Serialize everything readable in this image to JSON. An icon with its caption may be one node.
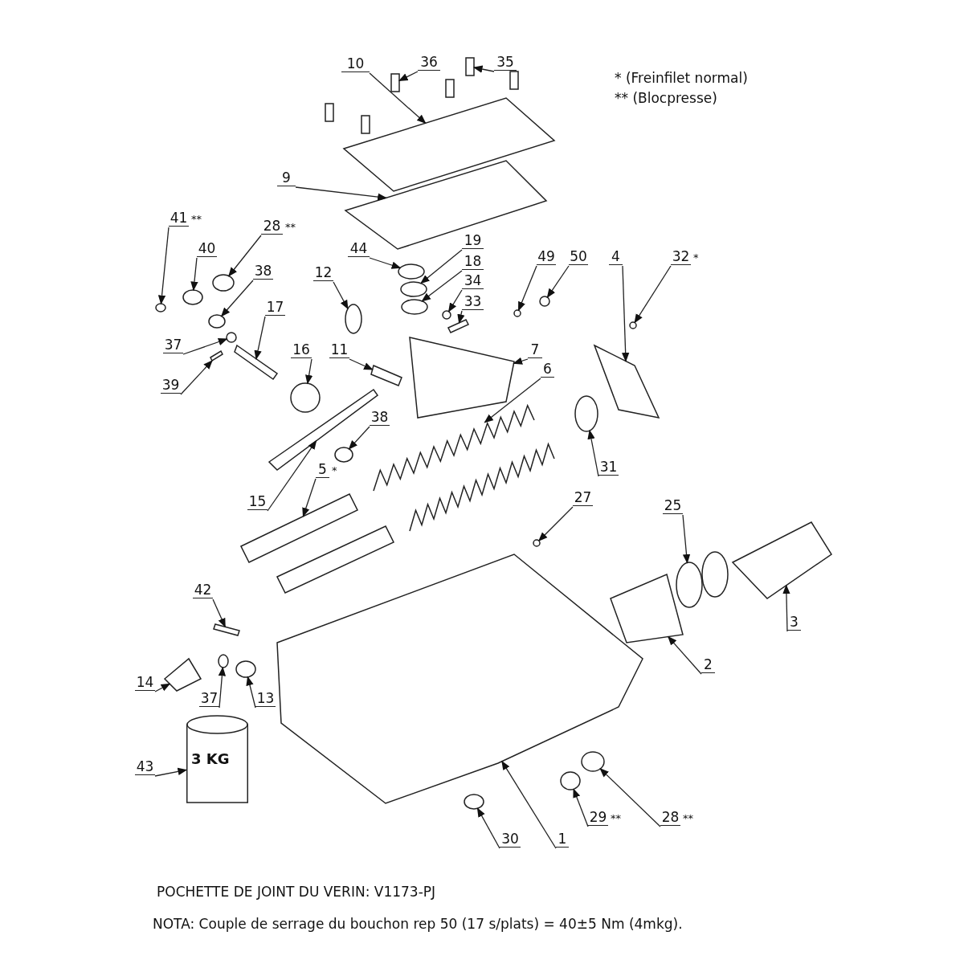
{
  "diagram": {
    "nodes": [
      {
        "text": [
          "10"
        ]
      },
      {
        "text": [
          "36"
        ]
      },
      {
        "text": [
          "35"
        ]
      },
      {
        "text": [
          "9"
        ]
      },
      {
        "text": [
          "41"
        ],
        "beside": [
          "**"
        ]
      },
      {
        "text": [
          "28"
        ],
        "beside": [
          "**"
        ]
      },
      {
        "text": [
          "40"
        ]
      },
      {
        "text": [
          "38"
        ]
      },
      {
        "text": [
          "44"
        ]
      },
      {
        "text": [
          "19"
        ]
      },
      {
        "text": [
          "18"
        ]
      },
      {
        "text": [
          "34"
        ]
      },
      {
        "text": [
          "33"
        ]
      },
      {
        "text": [
          "12"
        ]
      },
      {
        "text": [
          "49"
        ]
      },
      {
        "text": [
          "50"
        ]
      },
      {
        "text": [
          "4"
        ]
      },
      {
        "text": [
          "32"
        ],
        "beside": [
          "*"
        ]
      },
      {
        "text": [
          "17"
        ]
      },
      {
        "text": [
          "37"
        ]
      },
      {
        "text": [
          "16"
        ]
      },
      {
        "text": [
          "11"
        ]
      },
      {
        "text": [
          "7"
        ]
      },
      {
        "text": [
          "39"
        ]
      },
      {
        "text": [
          "6"
        ]
      },
      {
        "text": [
          "38"
        ]
      },
      {
        "text": [
          "31"
        ]
      },
      {
        "text": [
          "5"
        ],
        "beside": [
          "*"
        ]
      },
      {
        "text": [
          "15"
        ]
      },
      {
        "text": [
          "27"
        ]
      },
      {
        "text": [
          "25"
        ]
      },
      {
        "text": [
          "42"
        ]
      },
      {
        "text": [
          "3"
        ]
      },
      {
        "text": [
          "14"
        ]
      },
      {
        "text": [
          "2"
        ]
      },
      {
        "text": [
          "37"
        ]
      },
      {
        "text": [
          "13"
        ]
      },
      {
        "text": [
          "43"
        ]
      },
      {
        "text": [
          "30"
        ]
      },
      {
        "text": [
          "1"
        ]
      },
      {
        "text": [
          "29"
        ],
        "beside": [
          "**"
        ]
      },
      {
        "text": [
          "28"
        ],
        "beside": [
          "**"
        ]
      },
      {
        "text": [],
        "shape": "box"
      },
      {
        "text": [],
        "shape": "box"
      },
      {
        "text": [],
        "shape": "box"
      },
      {
        "text": [],
        "shape": "box"
      },
      {
        "text": [],
        "shape": "circle"
      },
      {
        "text": [],
        "shape": "circle"
      },
      {
        "text": [],
        "shape": "circle"
      },
      {
        "text": [],
        "shape": "circle"
      },
      {
        "text": [],
        "shape": "circle"
      },
      {
        "text": [],
        "shape": "circle"
      },
      {
        "text": [],
        "shape": "circle"
      },
      {
        "text": [],
        "shape": "circle"
      },
      {
        "text": [],
        "shape": "box"
      },
      {
        "text": [],
        "shape": "circle"
      },
      {
        "text": [],
        "shape": "circle"
      },
      {
        "text": [],
        "shape": "circle"
      },
      {
        "text": [],
        "shape": "box"
      },
      {
        "text": [],
        "shape": "circle"
      },
      {
        "text": [],
        "shape": "box"
      },
      {
        "text": [],
        "shape": "circle"
      },
      {
        "text": [],
        "shape": "circle"
      },
      {
        "text": [],
        "shape": "box"
      },
      {
        "text": [],
        "shape": "box"
      },
      {
        "text": [],
        "shape": "box"
      },
      {
        "text": [],
        "shape": "spring"
      },
      {
        "text": [],
        "shape": "circle"
      },
      {
        "text": [],
        "shape": "circle"
      },
      {
        "text": [],
        "shape": "box"
      },
      {
        "text": [],
        "shape": "box"
      },
      {
        "text": [],
        "shape": "circle"
      },
      {
        "text": [],
        "shape": "circle"
      },
      {
        "text": [],
        "shape": "box"
      },
      {
        "text": [],
        "shape": "box"
      },
      {
        "text": [],
        "shape": "box"
      },
      {
        "text": [],
        "shape": "box"
      },
      {
        "text": [],
        "shape": "circle"
      },
      {
        "text": [],
        "shape": "circle"
      },
      {
        "text": [
          "3 KG"
        ]
      },
      {
        "text": [],
        "shape": "circle"
      },
      {
        "text": [],
        "shape": "box"
      },
      {
        "text": [],
        "shape": "circle"
      },
      {
        "text": [],
        "shape": "circle"
      },
      {
        "text": [],
        "shape": "box"
      },
      {
        "text": [],
        "shape": "box"
      },
      {
        "text": [],
        "shape": "box"
      },
      {
        "text": [],
        "shape": "box"
      },
      {
        "text": [],
        "shape": "box"
      },
      {
        "text": [],
        "shape": "spring"
      },
      {
        "text": [],
        "shape": "circle"
      }
    ],
    "edges": [
      {
        "from": 0,
        "to": 42,
        "arrow": "to"
      },
      {
        "from": 1,
        "to": 43,
        "arrow": "to"
      },
      {
        "from": 2,
        "to": 44,
        "arrow": "to"
      },
      {
        "from": 3,
        "to": 45,
        "arrow": "to"
      },
      {
        "from": 4,
        "to": 46,
        "arrow": "to"
      },
      {
        "from": 5,
        "to": 47,
        "arrow": "to"
      },
      {
        "from": 6,
        "to": 48,
        "arrow": "to"
      },
      {
        "from": 7,
        "to": 49,
        "arrow": "to"
      },
      {
        "from": 8,
        "to": 50,
        "arrow": "to"
      },
      {
        "from": 9,
        "to": 51,
        "arrow": "to"
      },
      {
        "from": 10,
        "to": 52,
        "arrow": "to"
      },
      {
        "from": 11,
        "to": 53,
        "arrow": "to"
      },
      {
        "from": 12,
        "to": 54,
        "arrow": "to"
      },
      {
        "from": 13,
        "to": 55,
        "arrow": "to"
      },
      {
        "from": 14,
        "to": 56,
        "arrow": "to"
      },
      {
        "from": 15,
        "to": 57,
        "arrow": "to"
      },
      {
        "from": 16,
        "to": 58,
        "arrow": "to"
      },
      {
        "from": 17,
        "to": 59,
        "arrow": "to"
      },
      {
        "from": 18,
        "to": 60,
        "arrow": "to"
      },
      {
        "from": 19,
        "to": 61,
        "arrow": "to"
      },
      {
        "from": 20,
        "to": 62,
        "arrow": "to"
      },
      {
        "from": 21,
        "to": 63,
        "arrow": "to"
      },
      {
        "from": 22,
        "to": 64,
        "arrow": "to"
      },
      {
        "from": 23,
        "to": 65,
        "arrow": "to"
      },
      {
        "from": 24,
        "to": 66,
        "arrow": "to"
      },
      {
        "from": 25,
        "to": 67,
        "arrow": "to"
      },
      {
        "from": 26,
        "to": 68,
        "arrow": "to"
      },
      {
        "from": 27,
        "to": 69,
        "arrow": "to"
      },
      {
        "from": 28,
        "to": 70,
        "arrow": "to"
      },
      {
        "from": 29,
        "to": 71,
        "arrow": "to"
      },
      {
        "from": 30,
        "to": 72,
        "arrow": "to"
      },
      {
        "from": 31,
        "to": 73,
        "arrow": "to"
      },
      {
        "from": 32,
        "to": 74,
        "arrow": "to"
      },
      {
        "from": 33,
        "to": 75,
        "arrow": "to"
      },
      {
        "from": 34,
        "to": 76,
        "arrow": "to"
      },
      {
        "from": 35,
        "to": 77,
        "arrow": "to"
      },
      {
        "from": 36,
        "to": 78,
        "arrow": "to"
      },
      {
        "from": 37,
        "to": 79,
        "arrow": "to"
      },
      {
        "from": 38,
        "to": 80,
        "arrow": "to"
      },
      {
        "from": 39,
        "to": 81,
        "arrow": "to"
      },
      {
        "from": 40,
        "to": 82,
        "arrow": "to"
      },
      {
        "from": 41,
        "to": 83,
        "arrow": "to"
      }
    ],
    "labels": [
      "* (Freinfilet normal)",
      "** (Blocpresse)",
      "POCHETTE DE JOINT DU VERIN: V1173-PJ",
      "NOTA: Couple de serrage du bouchon rep 50 (17 s/plats) = 40±5 Nm (4mkg)."
    ]
  }
}
